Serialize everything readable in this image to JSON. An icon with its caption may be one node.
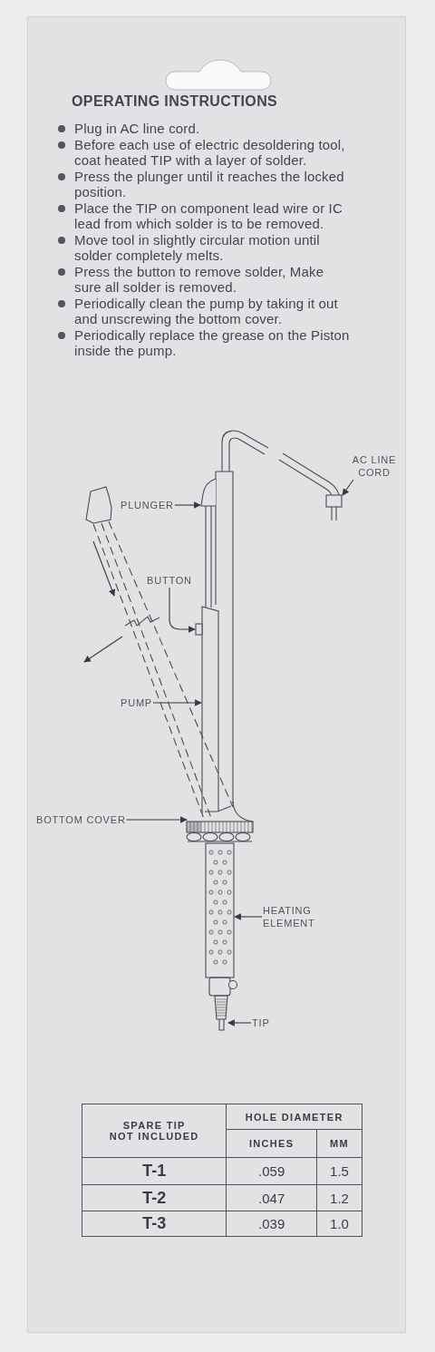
{
  "diagram": {
    "title": "OPERATING INSTRUCTIONS",
    "nodes": [
      {
        "text": [
          "AC LINE CORD"
        ]
      },
      {
        "text": [
          "PLUNGER"
        ]
      },
      {
        "text": [
          "BUTTON"
        ]
      },
      {
        "text": [
          "PUMP"
        ]
      },
      {
        "text": [
          "BOTTOM COVER"
        ]
      },
      {
        "text": [
          "HEATING ELEMENT"
        ]
      },
      {
        "text": [
          "TIP"
        ]
      }
    ],
    "edges": [
      {
        "from": 0,
        "to": null,
        "arrow": "to"
      },
      {
        "from": 1,
        "to": null,
        "arrow": "to"
      },
      {
        "from": 2,
        "to": null,
        "arrow": "to"
      },
      {
        "from": 3,
        "to": null,
        "arrow": "to"
      },
      {
        "from": 4,
        "to": null,
        "arrow": "to"
      },
      {
        "from": 5,
        "to": null,
        "arrow": "to"
      },
      {
        "from": 6,
        "to": null,
        "arrow": "to"
      }
    ],
    "labels": [
      "Plug in AC line cord.",
      "Before each use of electric desoldering tool, coat heated TIP with a layer of solder.",
      "Press the plunger until it reaches the locked position.",
      "Place the TIP on component lead wire or IC lead from which solder is to be removed.",
      "Move tool in slightly circular motion until solder completely melts.",
      "Press the button to remove solder, Make sure all solder is removed.",
      "Periodically clean the pump by taking it out and unscrewing the bottom cover.",
      "Periodically replace the grease on the Piston inside the pump.",
      "SPARE TIP NOT INCLUDED",
      "HOLE DIAMETER",
      "INCHES",
      "MM",
      "T-1",
      ".059",
      "1.5",
      "T-2",
      ".047",
      "1.2",
      "T-3",
      ".039",
      "1.0"
    ]
  }
}
